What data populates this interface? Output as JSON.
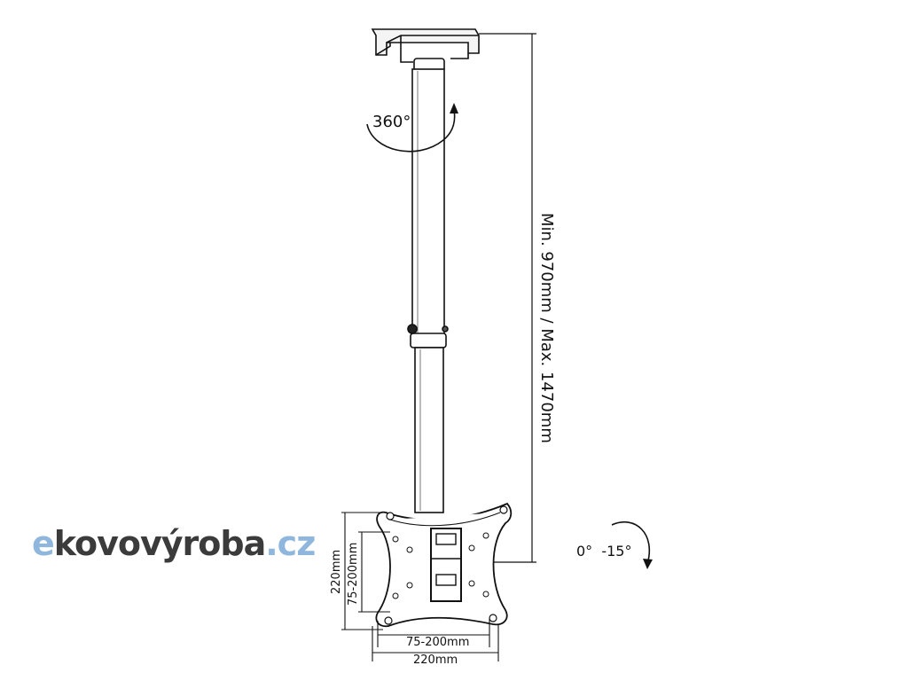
{
  "labels": {
    "rotation": "360°",
    "height_range": "Min. 970mm / Max. 1470mm",
    "tilt": "0°  -15°",
    "inner_vertical": "75-200mm",
    "outer_vertical": "220mm",
    "inner_horizontal": "75-200mm",
    "outer_horizontal": "220mm"
  },
  "logo": {
    "prefix": "e",
    "name": "kovovýroba",
    "suffix": ".cz",
    "colors": {
      "light": "#8fb6dc",
      "dark": "#3b3b3b"
    }
  }
}
